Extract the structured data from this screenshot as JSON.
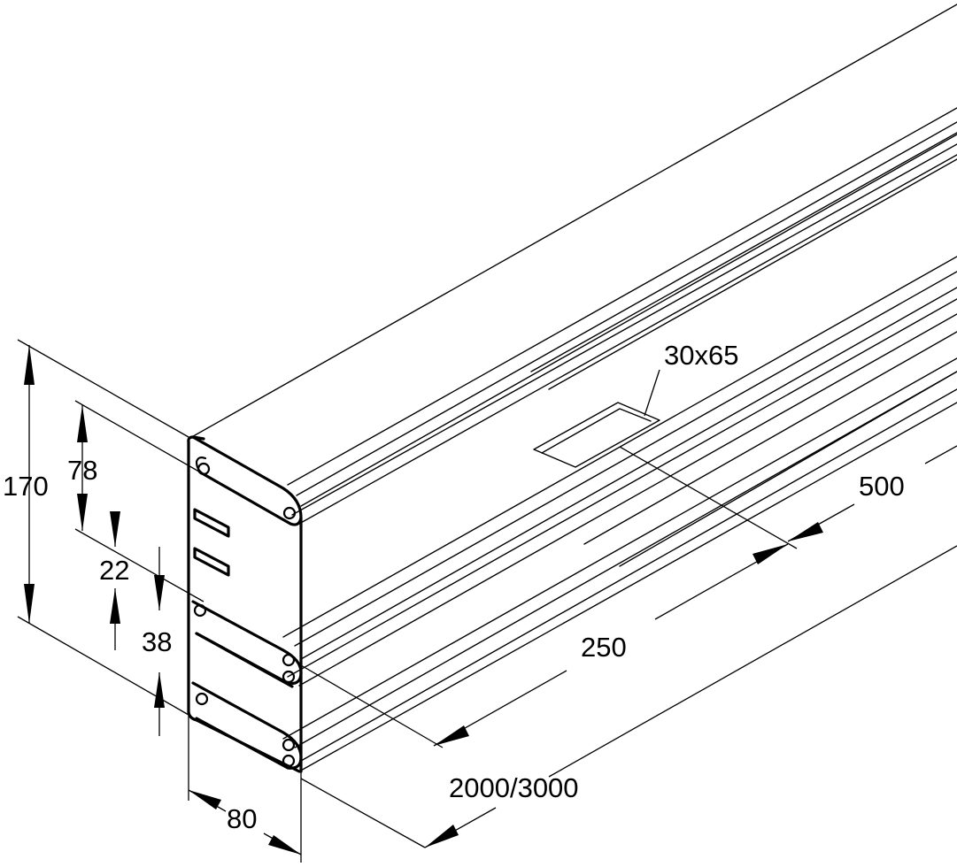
{
  "dimensions": {
    "total_height": "170",
    "upper_chamber": "78",
    "divider_gap": "22",
    "lower_chamber": "38",
    "depth": "80",
    "length": "2000/3000",
    "slot_size": "30x65",
    "first_slot_offset": "250",
    "slot_spacing": "500"
  }
}
